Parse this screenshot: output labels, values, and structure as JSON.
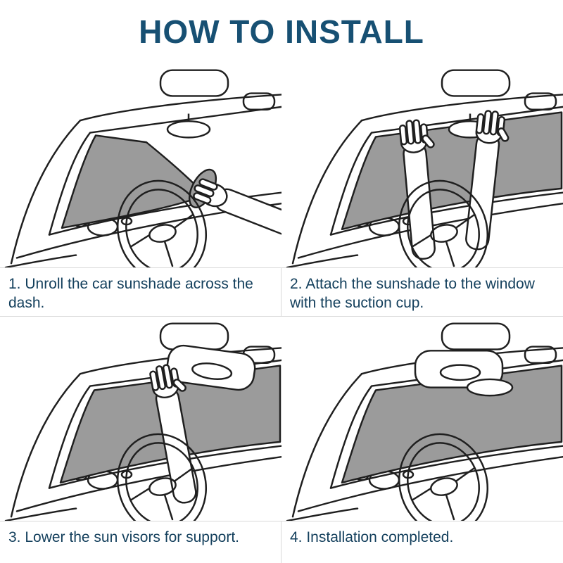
{
  "title": "HOW TO INSTALL",
  "colors": {
    "title": "#175073",
    "caption": "#133f5c",
    "divider": "#d9d9d9",
    "sunshade_gray": "#9b9b9b",
    "line_art": "#1f1f1f",
    "background": "#ffffff"
  },
  "steps": [
    {
      "number": 1,
      "caption": "1. Unroll the car sunshade across the dash.",
      "illustration": "hand-unrolling-sunshade-across-dash"
    },
    {
      "number": 2,
      "caption": "2. Attach the sunshade to the window with the suction cup.",
      "illustration": "hands-pressing-sunshade-onto-windshield"
    },
    {
      "number": 3,
      "caption": "3. Lower the sun visors for support.",
      "illustration": "hand-lowering-sun-visor"
    },
    {
      "number": 4,
      "caption": "4. Installation completed.",
      "illustration": "sunshade-fully-installed"
    }
  ]
}
